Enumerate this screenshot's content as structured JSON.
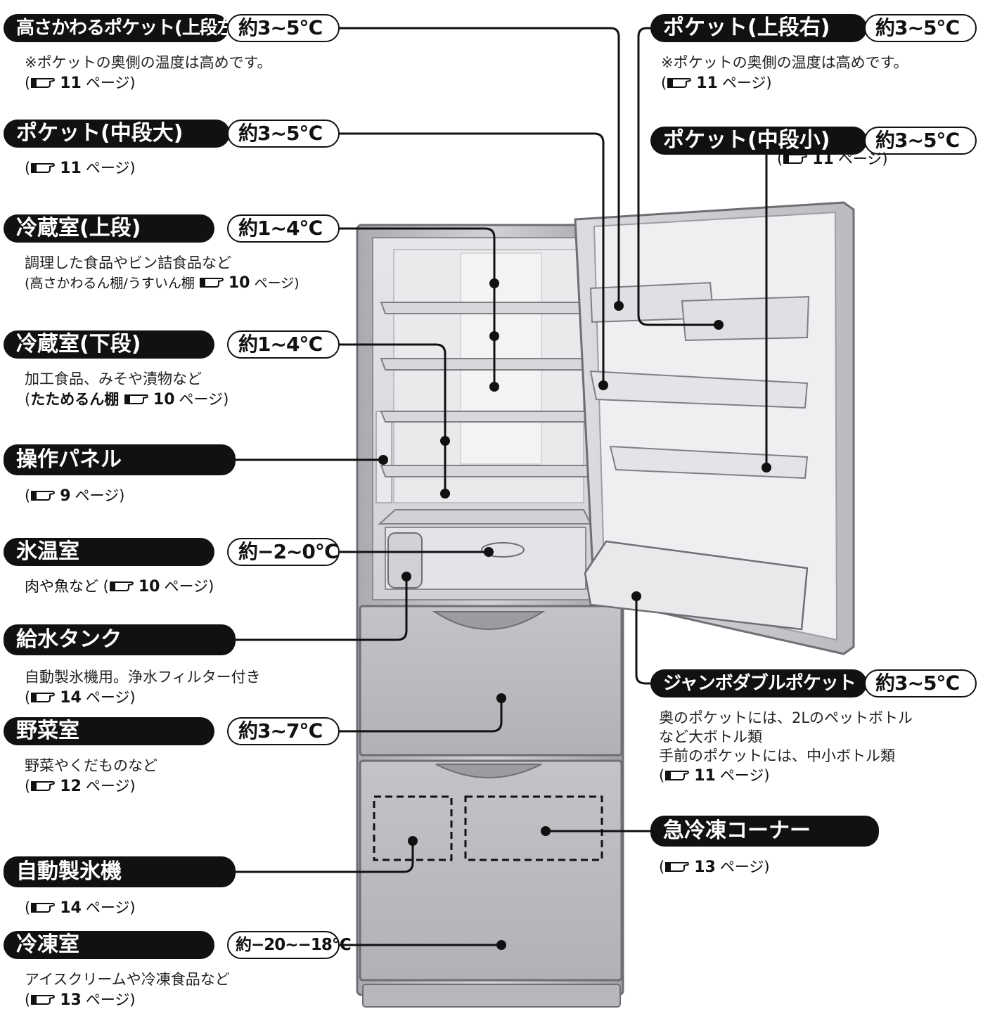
{
  "colors": {
    "ink": "#111111",
    "body": "#bdbfc3",
    "shelf": "#d9dbe0",
    "door": "#c8cace"
  },
  "ref_icon": "pointing-hand-icon",
  "callouts": [
    {
      "id": "top-left-pocket",
      "label": "高さかわるポケット(上段左)",
      "temp": "約3~5℃",
      "desc": [
        "※ポケットの奥側の温度は高めです。"
      ],
      "ref_num": "11",
      "ref_page": "ページ"
    },
    {
      "id": "top-right-pocket",
      "label": "ポケット(上段右)",
      "temp": "約3~5℃",
      "desc": [
        "※ポケットの奥側の温度は高めです。"
      ],
      "ref_num": "11",
      "ref_page": "ページ"
    },
    {
      "id": "mid-large-pocket",
      "label": "ポケット(中段大)",
      "temp": "約3~5℃",
      "desc": [],
      "ref_num": "11",
      "ref_page": "ページ"
    },
    {
      "id": "mid-small-pocket",
      "label": "ポケット(中段小)",
      "temp": "約3~5℃",
      "desc": [],
      "ref_num": "11",
      "ref_page": "ページ"
    },
    {
      "id": "fridge-upper",
      "label": "冷蔵室(上段)",
      "temp": "約1~4℃",
      "desc": [
        "調理した食品やビン詰食品など"
      ],
      "ref_prefix": "高さかわるん棚/うすいん棚",
      "ref_num": "10",
      "ref_page": "ページ"
    },
    {
      "id": "fridge-lower",
      "label": "冷蔵室(下段)",
      "temp": "約1~4℃",
      "desc": [
        "加工食品、みそや漬物など"
      ],
      "ref_prefix": "たためるん棚",
      "ref_num": "10",
      "ref_page": "ページ"
    },
    {
      "id": "control-panel",
      "label": "操作パネル",
      "desc": [],
      "ref_num": "9",
      "ref_page": "ページ"
    },
    {
      "id": "chilled-room",
      "label": "氷温室",
      "temp": "約−2~0℃",
      "desc": [],
      "ref_prefix": "肉や魚など",
      "ref_num": "10",
      "ref_page": "ページ"
    },
    {
      "id": "water-tank",
      "label": "給水タンク",
      "desc": [
        "自動製氷機用。浄水フィルター付き"
      ],
      "ref_num": "14",
      "ref_page": "ページ"
    },
    {
      "id": "jumbo-pocket",
      "label": "ジャンボダブルポケット",
      "temp": "約3~5℃",
      "desc": [
        "奥のポケットには、2Lのペットボトル",
        "など大ボトル類",
        "手前のポケットには、中小ボトル類"
      ],
      "ref_num": "11",
      "ref_page": "ページ"
    },
    {
      "id": "vegetable-room",
      "label": "野菜室",
      "temp": "約3~7℃",
      "desc": [
        "野菜やくだものなど"
      ],
      "ref_num": "12",
      "ref_page": "ページ"
    },
    {
      "id": "quick-freeze",
      "label": "急冷凍コーナー",
      "desc": [],
      "ref_num": "13",
      "ref_page": "ページ"
    },
    {
      "id": "auto-ice-maker",
      "label": "自動製氷機",
      "desc": [],
      "ref_num": "14",
      "ref_page": "ページ"
    },
    {
      "id": "freezer-room",
      "label": "冷凍室",
      "temp": "約−20~−18℃",
      "desc": [
        "アイスクリームや冷凍食品など"
      ],
      "ref_num": "13",
      "ref_page": "ページ"
    }
  ]
}
